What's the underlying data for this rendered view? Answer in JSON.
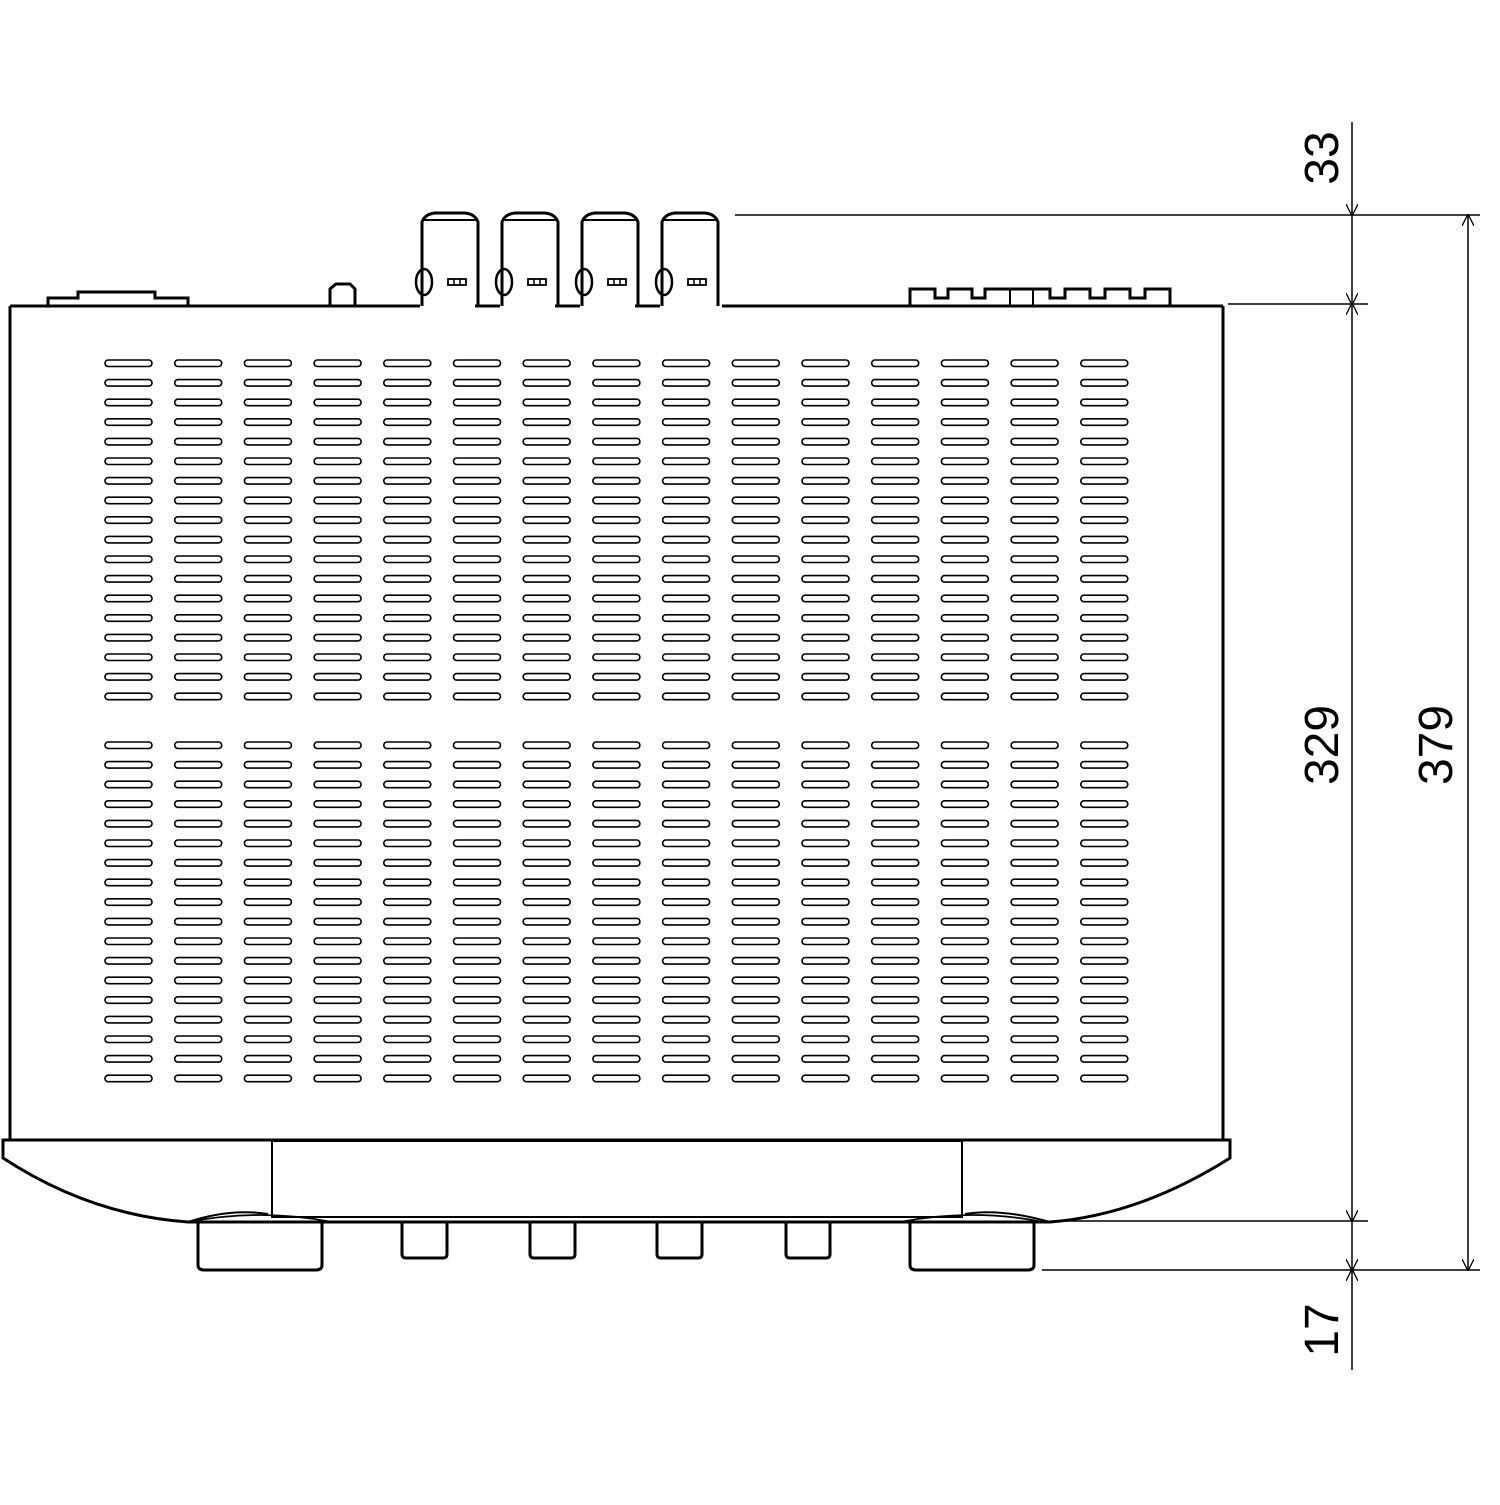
{
  "drawing": {
    "title": "",
    "line_color": "#000000",
    "background_color": "#ffffff",
    "vent_columns": 15,
    "vent_slots_per_block": 18,
    "vent_blocks": 2,
    "rear_terminals": 4,
    "front_knobs": 2,
    "front_buttons": 4
  },
  "dimensions": {
    "rear_protrusion": "33",
    "body_depth": "329",
    "total_depth": "379",
    "front_protrusion": "17"
  }
}
